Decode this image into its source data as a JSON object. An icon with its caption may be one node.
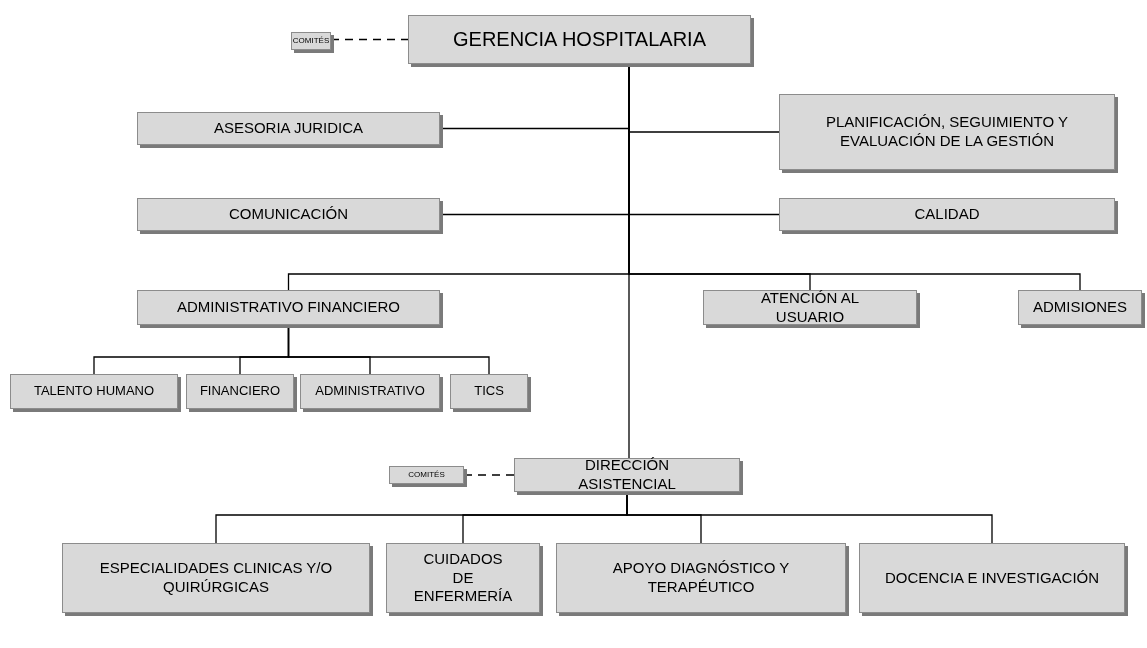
{
  "diagram": {
    "nodes": [
      {
        "text": [
          "COMITÉS"
        ]
      },
      {
        "text": [
          "GERENCIA HOSPITALARIA"
        ]
      },
      {
        "text": [
          "ASESORIA JURIDICA"
        ]
      },
      {
        "text": [
          "PLANIFICACIÓN, SEGUIMIENTO Y EVALUACIÓN DE LA GESTIÓN"
        ]
      },
      {
        "text": [
          "COMUNICACIÓN"
        ]
      },
      {
        "text": [
          "CALIDAD"
        ]
      },
      {
        "text": [
          "ADMINISTRATIVO FINANCIERO"
        ]
      },
      {
        "text": [
          "ATENCIÓN AL USUARIO"
        ]
      },
      {
        "text": [
          "ADMISIONES"
        ]
      },
      {
        "text": [
          "TALENTO HUMANO"
        ]
      },
      {
        "text": [
          "FINANCIERO"
        ]
      },
      {
        "text": [
          "ADMINISTRATIVO"
        ]
      },
      {
        "text": [
          "TICS"
        ]
      },
      {
        "text": [
          "COMITÉS"
        ]
      },
      {
        "text": [
          "DIRECCIÓN ASISTENCIAL"
        ]
      },
      {
        "text": [
          "ESPECIALIDADES CLINICAS Y/O QUIRÚRGICAS"
        ]
      },
      {
        "text": [
          "CUIDADOS DE ENFERMERÍA"
        ]
      },
      {
        "text": [
          "APOYO DIAGNÓSTICO Y TERAPÉUTICO"
        ]
      },
      {
        "text": [
          "DOCENCIA E INVESTIGACIÓN"
        ]
      }
    ],
    "edges": [
      {
        "from": 0,
        "to": 1,
        "arrow": "none",
        "style": "dashed"
      },
      {
        "from": 1,
        "to": 2,
        "arrow": "none"
      },
      {
        "from": 1,
        "to": 3,
        "arrow": "none"
      },
      {
        "from": 1,
        "to": 4,
        "arrow": "none"
      },
      {
        "from": 1,
        "to": 5,
        "arrow": "none"
      },
      {
        "from": 1,
        "to": 6,
        "arrow": "none"
      },
      {
        "from": 1,
        "to": 7,
        "arrow": "none"
      },
      {
        "from": 1,
        "to": 8,
        "arrow": "none"
      },
      {
        "from": 1,
        "to": 14,
        "arrow": "none"
      },
      {
        "from": 6,
        "to": 9,
        "arrow": "none"
      },
      {
        "from": 6,
        "to": 10,
        "arrow": "none"
      },
      {
        "from": 6,
        "to": 11,
        "arrow": "none"
      },
      {
        "from": 6,
        "to": 12,
        "arrow": "none"
      },
      {
        "from": 13,
        "to": 14,
        "arrow": "none",
        "style": "dashed"
      },
      {
        "from": 14,
        "to": 15,
        "arrow": "none"
      },
      {
        "from": 14,
        "to": 16,
        "arrow": "none"
      },
      {
        "from": 14,
        "to": 17,
        "arrow": "none"
      },
      {
        "from": 14,
        "to": 18,
        "arrow": "none"
      }
    ]
  }
}
